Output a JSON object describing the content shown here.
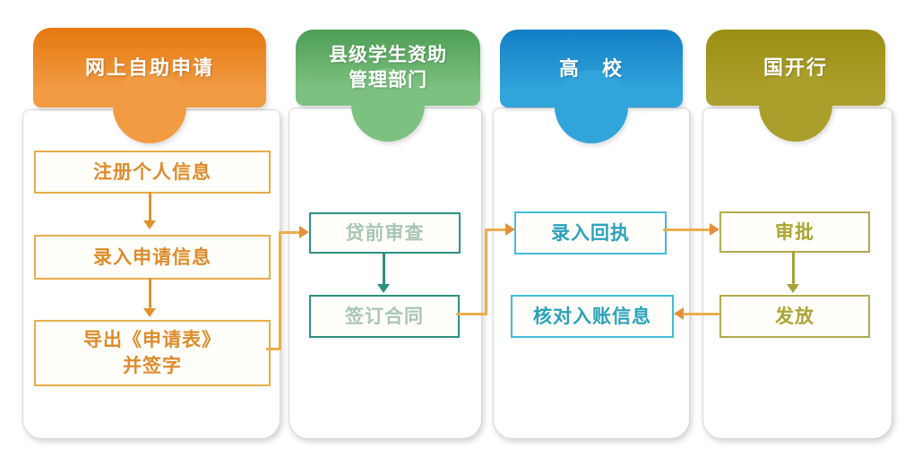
{
  "columns": [
    {
      "id": "online-self-application",
      "header_lines": [
        "网上自助申请"
      ],
      "colors": {
        "header_top": "#e5780f",
        "header_bottom": "#f19b43",
        "box_border": "#e7ad4b",
        "box_text": "#dd8b2b",
        "arrow": "#e0932d"
      },
      "steps": [
        {
          "lines": [
            "注册个人信息"
          ]
        },
        {
          "lines": [
            "录入申请信息"
          ]
        },
        {
          "lines": [
            "导出《申请表》",
            "并签字"
          ]
        }
      ]
    },
    {
      "id": "county-student-aid-dept",
      "header_lines": [
        "县级学生资助",
        "管理部门"
      ],
      "colors": {
        "header_top": "#4d9e55",
        "header_bottom": "#7dc180",
        "box_border": "#2e9181",
        "box_text": "#a9c6b3",
        "arrow": "#2e8f7f"
      },
      "steps": [
        {
          "lines": [
            "贷前审查"
          ]
        },
        {
          "lines": [
            "签订合同"
          ]
        }
      ]
    },
    {
      "id": "university",
      "header_lines": [
        "高　校"
      ],
      "colors": {
        "header_top": "#137fc4",
        "header_bottom": "#31a4dc",
        "box_border": "#42bcd9",
        "box_text": "#2aa2ba"
      },
      "steps": [
        {
          "lines": [
            "录入回执"
          ]
        },
        {
          "lines": [
            "核对入账信息"
          ]
        }
      ]
    },
    {
      "id": "china-development-bank",
      "header_lines": [
        "国开行"
      ],
      "colors": {
        "header_top": "#9b8e14",
        "header_bottom": "#ab9f2b",
        "box_border": "#b1ab4f",
        "box_text": "#aca433",
        "arrow": "#a8a23e"
      },
      "steps": [
        {
          "lines": [
            "审批"
          ]
        },
        {
          "lines": [
            "发放"
          ]
        }
      ]
    }
  ],
  "connectors": {
    "line_color": "#eaae49",
    "arrow_color": "#e2913b",
    "flows": [
      {
        "from": "注册个人信息",
        "to": "录入申请信息"
      },
      {
        "from": "录入申请信息",
        "to": "导出《申请表》并签字"
      },
      {
        "from": "导出《申请表》并签字",
        "to": "贷前审查"
      },
      {
        "from": "贷前审查",
        "to": "签订合同"
      },
      {
        "from": "签订合同",
        "to": "录入回执"
      },
      {
        "from": "录入回执",
        "to": "审批"
      },
      {
        "from": "审批",
        "to": "发放"
      },
      {
        "from": "发放",
        "to": "核对入账信息"
      }
    ]
  }
}
